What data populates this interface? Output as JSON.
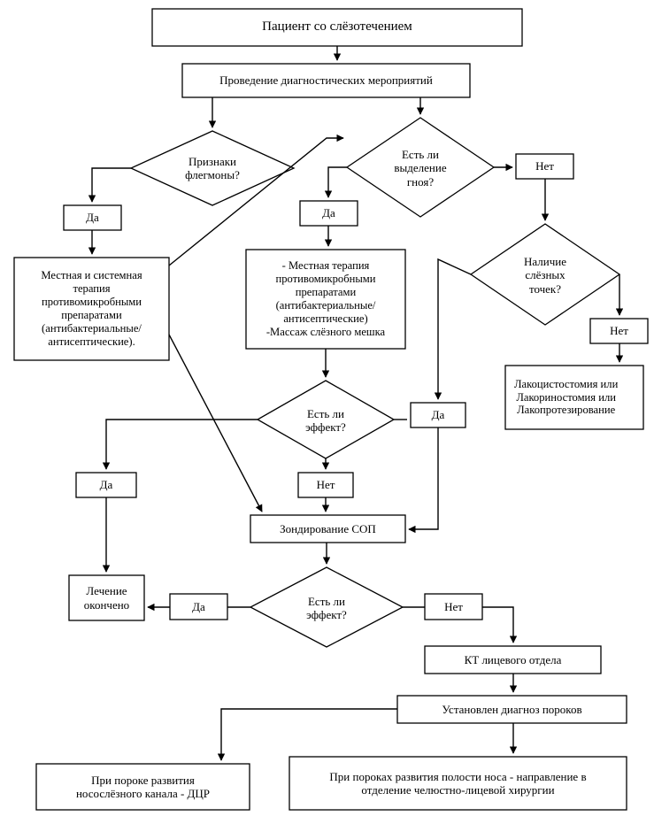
{
  "diagram": {
    "title": "Алгоритм ведения пациента со слёзотечением",
    "language": "ru",
    "background_color": "#ffffff",
    "line_color": "#000000",
    "text_color": "#000000"
  },
  "nodes": {
    "start": {
      "label": "Пациент со слёзотечением",
      "shape": "rect"
    },
    "diagnostics": {
      "label": "Проведение диагностических мероприятий",
      "shape": "rect"
    },
    "phlegmon_q": {
      "label": "Признаки\nфлегмоны?",
      "shape": "diamond"
    },
    "pus_q": {
      "label": "Есть ли\nвыделение\nгноя?",
      "shape": "diamond"
    },
    "no_pus": {
      "label": "Нет",
      "shape": "rect"
    },
    "yes_phlegmon": {
      "label": "Да",
      "shape": "rect"
    },
    "yes_pus": {
      "label": "Да",
      "shape": "rect"
    },
    "puncta_q": {
      "label": "Наличие\nслёзных\nточек?",
      "shape": "diamond"
    },
    "no_puncta": {
      "label": "Нет",
      "shape": "rect"
    },
    "systemic_therapy": {
      "label": "Местная и системная\nтерапия\nпротивомикробными\nпрепаратами\n(антибактериальные/\nантисептические).",
      "shape": "rect"
    },
    "local_therapy": {
      "label": "- Местная терапия\nпротивомикробными\nпрепаратами\n(антибактериальные/\nантисептические)\n-Массаж слёзного мешка",
      "shape": "rect"
    },
    "lakostomy": {
      "label": "Лакоцистостомия или\nЛакориностомия или\nЛакопротезирование",
      "shape": "rect"
    },
    "effect_q1": {
      "label": "Есть ли\nэффект?",
      "shape": "diamond"
    },
    "yes_effect_right": {
      "label": "Да",
      "shape": "rect"
    },
    "no_effect1": {
      "label": "Нет",
      "shape": "rect"
    },
    "yes_effect_left": {
      "label": "Да",
      "shape": "rect"
    },
    "probing": {
      "label": "Зондирование СОП",
      "shape": "rect"
    },
    "treatment_done": {
      "label": "Лечение\nокончено",
      "shape": "rect"
    },
    "effect_q2": {
      "label": "Есть ли\nэффект?",
      "shape": "diamond"
    },
    "yes_effect2": {
      "label": "Да",
      "shape": "rect"
    },
    "no_effect2": {
      "label": "Нет",
      "shape": "rect"
    },
    "ct_scan": {
      "label": "КТ лицевого отдела",
      "shape": "rect"
    },
    "malformation_dx": {
      "label": "Установлен диагноз пороков",
      "shape": "rect"
    },
    "nld_malformation": {
      "label": "При пороке развития\nносослёзного канала - ДЦР",
      "shape": "rect"
    },
    "nose_malformation": {
      "label": "При пороках развития полости носа - направление в\nотделение челюстно-лицевой хирургии",
      "shape": "rect"
    }
  }
}
